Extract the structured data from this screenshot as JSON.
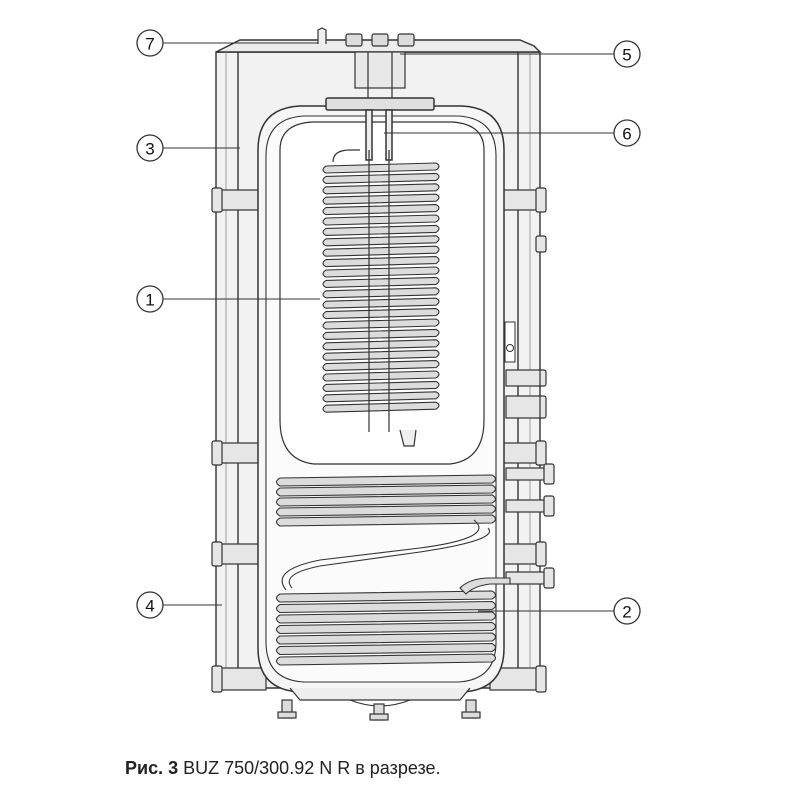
{
  "figure": {
    "caption_prefix": "Рис. 3",
    "caption_text": "BUZ 750/300.92 N R в разрезе."
  },
  "callouts": [
    {
      "label": "1"
    },
    {
      "label": "2"
    },
    {
      "label": "3"
    },
    {
      "label": "4"
    },
    {
      "label": "5"
    },
    {
      "label": "6"
    },
    {
      "label": "7"
    }
  ],
  "colors": {
    "line": "#333333",
    "fill_light": "#f4f4f4",
    "fill_mid": "#e3e3e3",
    "coil": "#dcdcdc"
  }
}
